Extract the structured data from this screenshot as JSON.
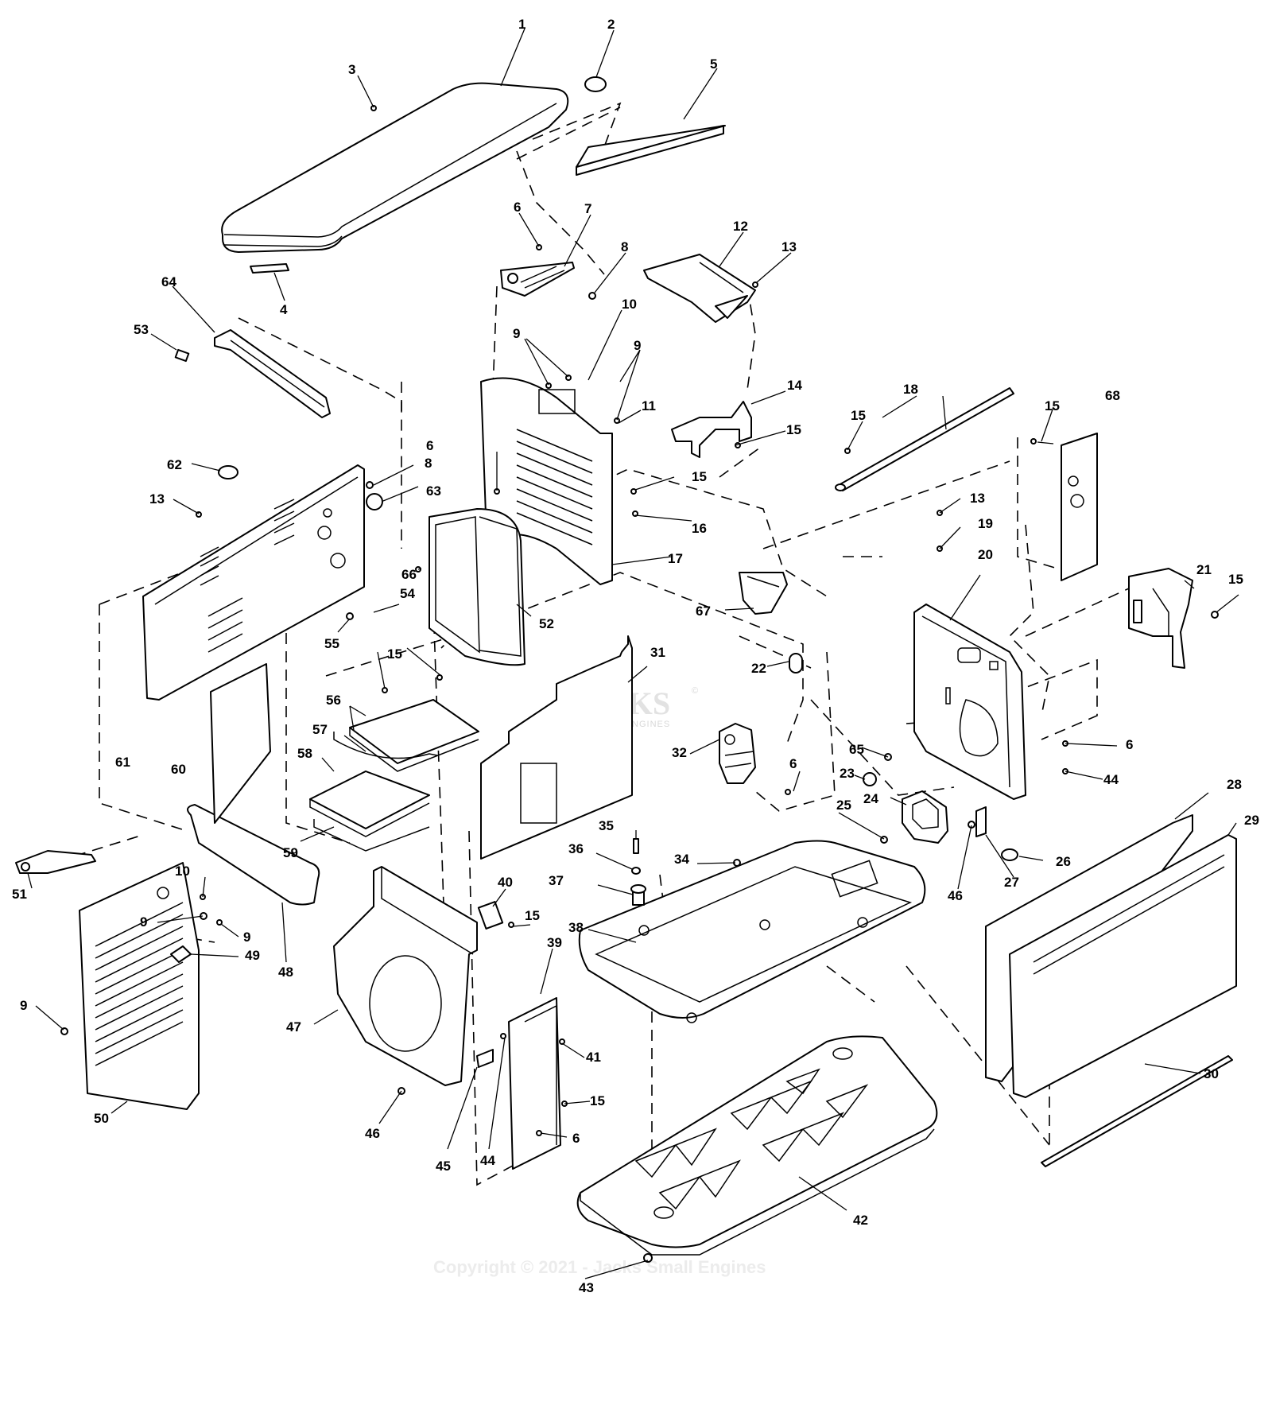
{
  "watermark": {
    "logo_text": "JACKS",
    "logo_mark": "©",
    "logo_subtext": "SMALL ENGINES",
    "copyright": "Copyright © 2021 - Jacks Small Engines"
  },
  "callouts": [
    {
      "id": "c1",
      "label": "1"
    },
    {
      "id": "c2",
      "label": "2"
    },
    {
      "id": "c3",
      "label": "3"
    },
    {
      "id": "c4",
      "label": "4"
    },
    {
      "id": "c5",
      "label": "5"
    },
    {
      "id": "c6a",
      "label": "6"
    },
    {
      "id": "c7",
      "label": "7"
    },
    {
      "id": "c8a",
      "label": "8"
    },
    {
      "id": "c12",
      "label": "12"
    },
    {
      "id": "c13a",
      "label": "13"
    },
    {
      "id": "c64",
      "label": "64"
    },
    {
      "id": "c53",
      "label": "53"
    },
    {
      "id": "c10a",
      "label": "10"
    },
    {
      "id": "c9a",
      "label": "9"
    },
    {
      "id": "c9b",
      "label": "9"
    },
    {
      "id": "c11",
      "label": "11"
    },
    {
      "id": "c14",
      "label": "14"
    },
    {
      "id": "c15a",
      "label": "15"
    },
    {
      "id": "c18",
      "label": "18"
    },
    {
      "id": "c15b",
      "label": "15"
    },
    {
      "id": "c68",
      "label": "68"
    },
    {
      "id": "c15c",
      "label": "15"
    },
    {
      "id": "c62",
      "label": "62"
    },
    {
      "id": "c8b",
      "label": "8"
    },
    {
      "id": "c63",
      "label": "63"
    },
    {
      "id": "c6b",
      "label": "6"
    },
    {
      "id": "c13b",
      "label": "13"
    },
    {
      "id": "c15d",
      "label": "15"
    },
    {
      "id": "c16",
      "label": "16"
    },
    {
      "id": "c13c",
      "label": "13"
    },
    {
      "id": "c19",
      "label": "19"
    },
    {
      "id": "c17",
      "label": "17"
    },
    {
      "id": "c66",
      "label": "66"
    },
    {
      "id": "c20",
      "label": "20"
    },
    {
      "id": "c21",
      "label": "21"
    },
    {
      "id": "c15e",
      "label": "15"
    },
    {
      "id": "c54",
      "label": "54"
    },
    {
      "id": "c67",
      "label": "67"
    },
    {
      "id": "c55",
      "label": "55"
    },
    {
      "id": "c52",
      "label": "52"
    },
    {
      "id": "c15f",
      "label": "15"
    },
    {
      "id": "c31",
      "label": "31"
    },
    {
      "id": "c22",
      "label": "22"
    },
    {
      "id": "c56",
      "label": "56"
    },
    {
      "id": "c57",
      "label": "57"
    },
    {
      "id": "c32",
      "label": "32"
    },
    {
      "id": "c65",
      "label": "65"
    },
    {
      "id": "c6c",
      "label": "6"
    },
    {
      "id": "c61",
      "label": "61"
    },
    {
      "id": "c60",
      "label": "60"
    },
    {
      "id": "c58",
      "label": "58"
    },
    {
      "id": "c6d",
      "label": "6"
    },
    {
      "id": "c23",
      "label": "23"
    },
    {
      "id": "c44a",
      "label": "44"
    },
    {
      "id": "c24",
      "label": "24"
    },
    {
      "id": "c28",
      "label": "28"
    },
    {
      "id": "c25",
      "label": "25"
    },
    {
      "id": "c29",
      "label": "29"
    },
    {
      "id": "c35",
      "label": "35"
    },
    {
      "id": "c59",
      "label": "59"
    },
    {
      "id": "c36",
      "label": "36"
    },
    {
      "id": "c34",
      "label": "34"
    },
    {
      "id": "c26",
      "label": "26"
    },
    {
      "id": "c27",
      "label": "27"
    },
    {
      "id": "c46a",
      "label": "46"
    },
    {
      "id": "c37",
      "label": "37"
    },
    {
      "id": "c10b",
      "label": "10"
    },
    {
      "id": "c40",
      "label": "40"
    },
    {
      "id": "c15g",
      "label": "15"
    },
    {
      "id": "c9c",
      "label": "9"
    },
    {
      "id": "c9d",
      "label": "9"
    },
    {
      "id": "c38",
      "label": "38"
    },
    {
      "id": "c39",
      "label": "39"
    },
    {
      "id": "c51",
      "label": "51"
    },
    {
      "id": "c49",
      "label": "49"
    },
    {
      "id": "c48",
      "label": "48"
    },
    {
      "id": "c9e",
      "label": "9"
    },
    {
      "id": "c47",
      "label": "47"
    },
    {
      "id": "c41",
      "label": "41"
    },
    {
      "id": "c30",
      "label": "30"
    },
    {
      "id": "c50",
      "label": "50"
    },
    {
      "id": "c15h",
      "label": "15"
    },
    {
      "id": "c46b",
      "label": "46"
    },
    {
      "id": "c6e",
      "label": "6"
    },
    {
      "id": "c45",
      "label": "45"
    },
    {
      "id": "c44b",
      "label": "44"
    },
    {
      "id": "c42",
      "label": "42"
    },
    {
      "id": "c43",
      "label": "43"
    }
  ]
}
